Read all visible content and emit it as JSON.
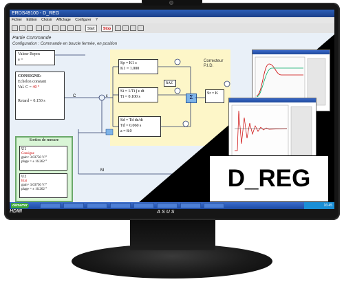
{
  "window": {
    "title": "ERDS49100 - D_REG"
  },
  "menu": [
    "Fichier",
    "Edition",
    "Choisir",
    "Affichage",
    "Configurer",
    "?"
  ],
  "toolbar": {
    "start_label": "Start",
    "stop_label": "Stop"
  },
  "schema": {
    "partie": "Partie Commande",
    "configuration": "Configuration : Commande en boucle fermée, en position",
    "valeur_repos_line1": "Valeur Repos",
    "valeur_repos_line2": "a =",
    "consigne_title": "CONSIGNE:",
    "consigne_line1": "Echelon constant",
    "consigne_line2": "Val. C =",
    "consigne_value": "40 °",
    "retard": "Retard = 0.150 s",
    "correcteur_line1": "Correcteur",
    "correcteur_line2": "P.I.D.",
    "sp_line1": "Sp = K1 ε",
    "sp_line2": "K1 = 1.000",
    "si_line1": "Si = 1/Ti ∫ ε dt",
    "si_line2": "Ti = 0.100 s",
    "sd_line1": "Sd = Td dε/dt",
    "sd_line2": "Td = 0.060 s",
    "sd_line3": "a = 8.0",
    "raz": "RAZ",
    "sigma": "Σ",
    "sr": "Sr = K",
    "sum_c": "C",
    "sum_e": "ε",
    "m_label": "M",
    "sorties_title": "Sorties de mesure",
    "u1_title": "U1",
    "u1_name": "Consigne",
    "u1_gain": "gain= 3.03750 V/°",
    "u1_plage": "plage = ± 16.262 °",
    "u2_title": "U2",
    "u2_name": "Etat",
    "u2_gain": "gain= 3.03750 V/°",
    "u2_plage": "plage = ± 16.262 °"
  },
  "taskbar": {
    "start": "démarrer",
    "clock": "16:45"
  },
  "product_label": "D_REG",
  "monitor": {
    "input_label": "HDMI",
    "brand": "ASUS"
  },
  "colors": {
    "accent": "#1b3f8a",
    "background_black": "#000000",
    "yellow_panel": "#fdf6c8",
    "trace_red": "#cc0000"
  }
}
